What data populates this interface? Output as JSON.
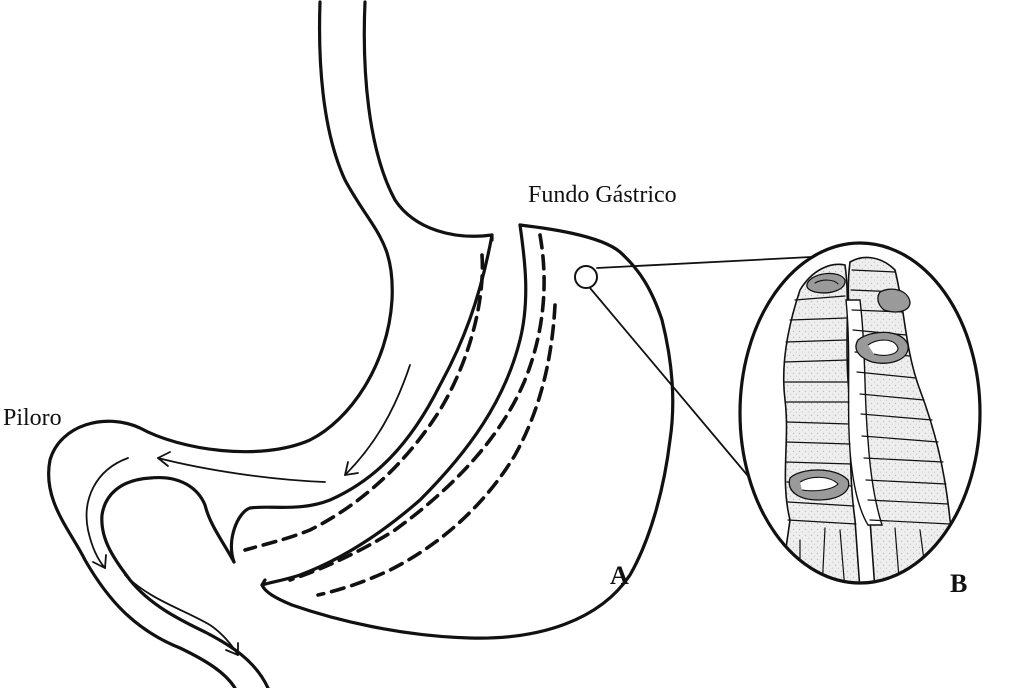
{
  "labels": {
    "fundus": "Fundo Gástrico",
    "pylorus": "Piloro",
    "panel_a": "A",
    "panel_b": "B"
  },
  "colors": {
    "ink": "#111111",
    "background": "#ffffff",
    "cell_fill": "#e9e9e9",
    "cell_dark": "#9a9a9a"
  }
}
